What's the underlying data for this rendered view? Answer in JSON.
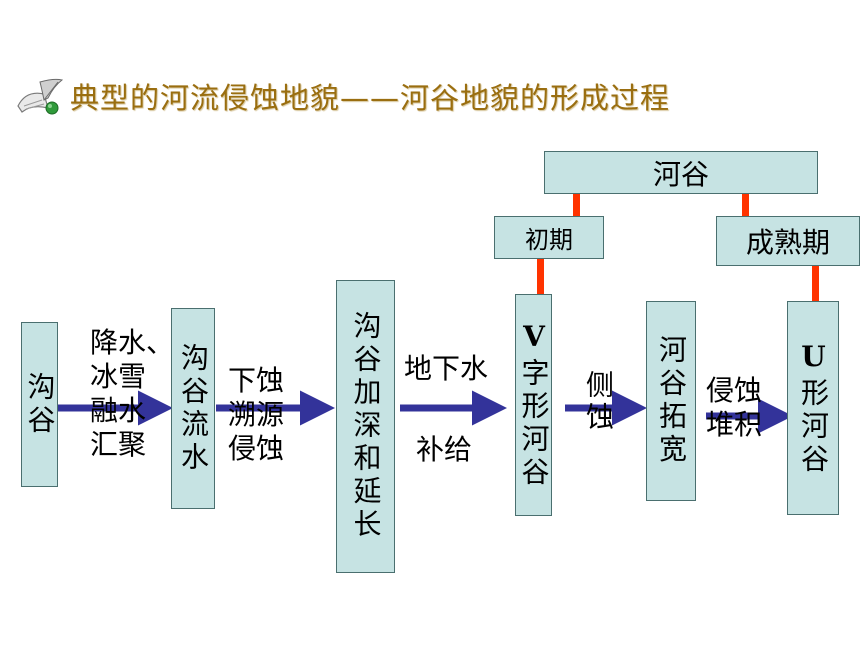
{
  "title": "典型的河流侵蚀地貌——河谷地貌的形成过程",
  "icon": "quill-scroll-icon",
  "colors": {
    "box_fill": "#c6e3e3",
    "arrow": "#33339a",
    "connector": "#ff3300",
    "title": "#9a6e10"
  },
  "boxes": {
    "gully": "沟谷",
    "gully_flow": "沟谷流水",
    "deepen": "沟谷加深和延长",
    "v_valley_latin": "V",
    "v_valley": "字形河谷",
    "widen": "河谷拓宽",
    "u_valley_latin": "U",
    "u_valley": "形河谷",
    "river_valley": "河谷",
    "early": "初期",
    "mature": "成熟期"
  },
  "labels": {
    "precip_1": "降水、",
    "precip_2": "冰雪",
    "precip_3": "融水",
    "precip_4": "汇聚",
    "down_1": "下蚀",
    "down_2": "溯源",
    "down_3": "侵蚀",
    "ground_1": "地下水",
    "ground_2": "补给",
    "lateral": "侧蚀",
    "erode_1": "侵蚀",
    "erode_2": "堆积"
  }
}
